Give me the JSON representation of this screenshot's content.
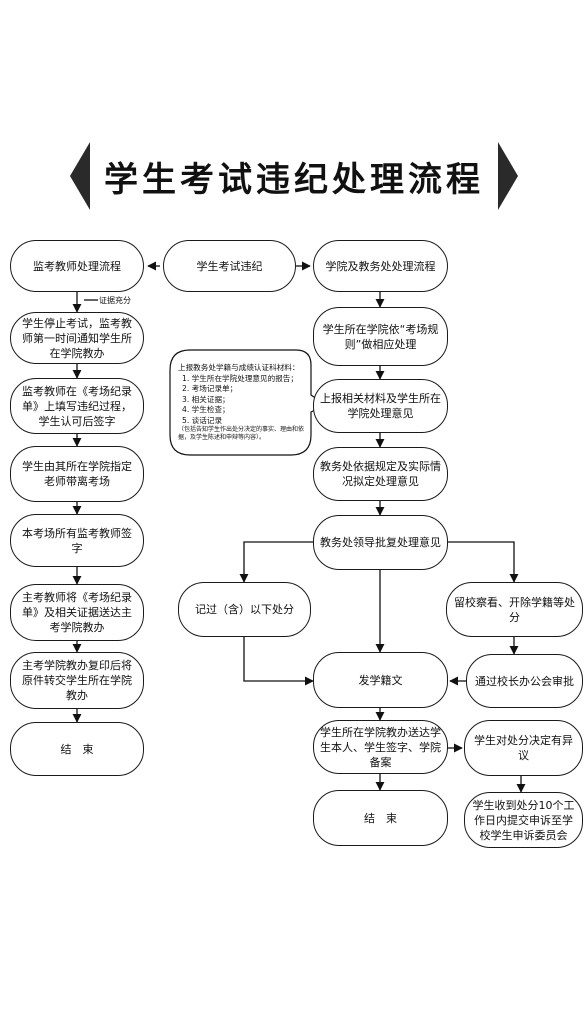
{
  "title": "学生考试违纪处理流程",
  "center_start": "学生考试违纪",
  "left": {
    "header": "监考教师处理流程",
    "evidence_label": "证据充分",
    "steps": [
      "学生停止考试，监考教师第一时间通知学生所在学院教办",
      "监考教师在《考场纪录单》上填写违纪过程，学生认可后签字",
      "学生由其所在学院指定老师带离考场",
      "本考场所有监考教师签字",
      "主考教师将《考场纪录单》及相关证据送达主考学院教办",
      "主考学院教办复印后将原件转交学生所在学院教办",
      "结　束"
    ]
  },
  "right": {
    "header": "学院及教务处处理流程",
    "steps": [
      "学生所在学院依“考场规则”做相应处理",
      "上报相关材料及学生所在学院处理意见",
      "教务处依据规定及实际情况拟定处理意见",
      "教务处领导批复处理意见"
    ],
    "minor": "记过（含）以下处分",
    "major": "留校察看、开除学籍等处分",
    "principal": "通过校长办公会审批",
    "issue": "发学籍文",
    "deliver": "学生所在学院教办送达学生本人、学生签字、学院备案",
    "end": "结　束",
    "objection": "学生对处分决定有异议",
    "appeal": "学生收到处分10个工作日内提交申诉至学校学生申诉委员会"
  },
  "bubble": {
    "heading": "上报教务处学籍与成绩认证科材料：",
    "items": [
      "1. 学生所在学院处理意见的报告；",
      "2. 考场记录单；",
      "3. 相关证据；",
      "4. 学生检查；",
      "5. 谈话记录"
    ],
    "note": "（包括告知学生作出处分决定的事实、理由和依据，及学生陈述和申辩等内容）。"
  }
}
